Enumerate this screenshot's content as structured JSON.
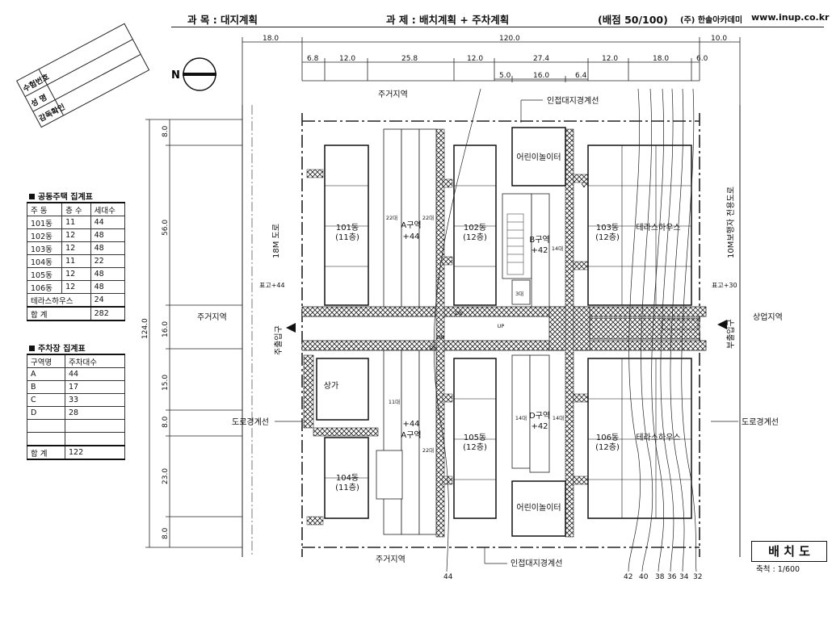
{
  "header": {
    "subject": "과 목 : 대지계획",
    "task": "과 제 : 배치계획 + 주차계획",
    "score": "(배점 50/100)",
    "publisher": "(주) 한솔아카데미",
    "url": "www.inup.co.kr"
  },
  "stamp": {
    "row1": "수험번호",
    "row2": "성    명",
    "row3": "감독확인"
  },
  "housing_table": {
    "title": "공동주택 집계표",
    "headers": [
      "주 동",
      "층 수",
      "세대수"
    ],
    "rows": [
      [
        "101동",
        "11",
        "44"
      ],
      [
        "102동",
        "12",
        "48"
      ],
      [
        "103동",
        "12",
        "48"
      ],
      [
        "104동",
        "11",
        "22"
      ],
      [
        "105동",
        "12",
        "48"
      ],
      [
        "106동",
        "12",
        "48"
      ],
      [
        "테라스하우스",
        "",
        "24"
      ]
    ],
    "total_label": "합    계",
    "total_value": "282"
  },
  "parking_table": {
    "title": "주차장 집계표",
    "headers": [
      "구역명",
      "주차대수"
    ],
    "rows": [
      [
        "A",
        "44"
      ],
      [
        "B",
        "17"
      ],
      [
        "C",
        "33"
      ],
      [
        "D",
        "28"
      ],
      [
        "",
        ""
      ],
      [
        "",
        ""
      ]
    ],
    "total_label": "합    계",
    "total_value": "122"
  },
  "dims": {
    "top_left": "18.0",
    "top_mid": "120.0",
    "top_right": "10.0",
    "top_row": [
      "6.8",
      "12.0",
      "25.8",
      "12.0",
      "27.4",
      "12.0",
      "18.0",
      "6.0"
    ],
    "top_sub": [
      "5.0",
      "16.0",
      "6.4"
    ],
    "left_total": "124.0",
    "left_col": [
      "8.0",
      "56.0",
      "16.0",
      "15.0",
      "8.0",
      "23.0",
      "8.0"
    ]
  },
  "plan": {
    "b101": "101동",
    "b101f": "(11층)",
    "b102": "102동",
    "b102f": "(12층)",
    "b103": "103동",
    "b103f": "(12층)",
    "b104": "104동",
    "b104f": "(11층)",
    "b105": "105동",
    "b105f": "(12층)",
    "b106": "106동",
    "b106f": "(12층)",
    "terrace": "테라스하우스",
    "playground": "어린이놀이터",
    "shop": "상가",
    "zoneA": "A구역",
    "zoneAn": "+44",
    "zoneB": "B구역",
    "zoneBn": "+42",
    "zoneD": "D구역",
    "zoneDn": "+42",
    "p22": "22대",
    "p14": "14대",
    "p11": "11대",
    "p3": "3대",
    "dn": "DN",
    "up": "UP",
    "res_top": "주거지역",
    "res_left": "주거지역",
    "res_bottom": "주거지역",
    "commercial": "상업지역",
    "adj_top": "인접대지경계선",
    "adj_bottom": "인접대지경계선",
    "road_line_l": "도로경계선",
    "road_line_r": "도로경계선",
    "road_18": "18M 도로",
    "road_10": "10M보행자 전용도로",
    "main_ent": "주출입구",
    "sub_ent": "부출입구",
    "elev_l": "표고+44",
    "elev_r": "표고+30",
    "contours": [
      "44",
      "42",
      "40",
      "38",
      "36",
      "34",
      "32"
    ]
  },
  "title_block": {
    "title": "배 치 도",
    "scale": "축척 : 1/600"
  }
}
